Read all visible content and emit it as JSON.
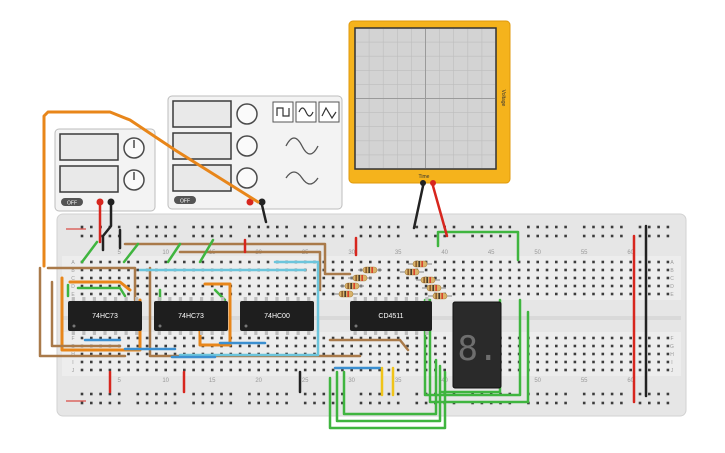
{
  "board": {
    "top_numbers": [
      "5",
      "10",
      "15",
      "20",
      "25",
      "30",
      "35",
      "40",
      "45",
      "50",
      "55",
      "60"
    ],
    "bottom_numbers": [
      "5",
      "10",
      "15",
      "20",
      "25",
      "30",
      "35",
      "40",
      "45",
      "50",
      "55",
      "60"
    ],
    "row_letters_top": [
      "A",
      "B",
      "C",
      "D",
      "E"
    ],
    "row_letters_bottom": [
      "F",
      "G",
      "H",
      "I",
      "J"
    ]
  },
  "chips": [
    {
      "label": "74HC73"
    },
    {
      "label": "74HC73"
    },
    {
      "label": "74HC00"
    },
    {
      "label": "CD4511"
    }
  ],
  "power_supply": {
    "button_label": "OFF"
  },
  "function_generator": {
    "button_label": "OFF"
  },
  "oscilloscope": {
    "x_label": "Time",
    "y_label": "Voltage"
  },
  "display": {
    "digit": "8."
  },
  "colors": {
    "orange": "#e8861a",
    "brown": "#a97a4a",
    "green": "#3fb53f",
    "blue": "#3b8fd0",
    "cyan": "#6cc5dc",
    "red": "#d7261e",
    "yellow": "#f0c419",
    "black": "#222222"
  }
}
